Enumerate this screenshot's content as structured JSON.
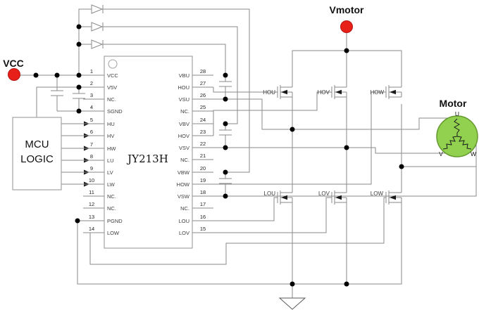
{
  "power": {
    "vcc_label": "VCC",
    "vmotor_label": "Vmotor"
  },
  "mcu": {
    "line1": "MCU",
    "line2": "LOGIC"
  },
  "ic": {
    "title": "JY213H",
    "left_pins": [
      {
        "num": "1",
        "name": "VCC"
      },
      {
        "num": "2",
        "name": "V5V"
      },
      {
        "num": "3",
        "name": "NC."
      },
      {
        "num": "4",
        "name": "SGND"
      },
      {
        "num": "5",
        "name": "HU"
      },
      {
        "num": "6",
        "name": "HV"
      },
      {
        "num": "7",
        "name": "HW"
      },
      {
        "num": "8",
        "name": "LU"
      },
      {
        "num": "9",
        "name": "LV"
      },
      {
        "num": "10",
        "name": "LW"
      },
      {
        "num": "11",
        "name": "NC."
      },
      {
        "num": "12",
        "name": "NC."
      },
      {
        "num": "13",
        "name": "PGND"
      },
      {
        "num": "14",
        "name": "LOW"
      }
    ],
    "right_pins": [
      {
        "num": "28",
        "name": "VBU"
      },
      {
        "num": "27",
        "name": "HOU"
      },
      {
        "num": "26",
        "name": "VSU"
      },
      {
        "num": "25",
        "name": "NC."
      },
      {
        "num": "24",
        "name": "VBV"
      },
      {
        "num": "23",
        "name": "HOV"
      },
      {
        "num": "22",
        "name": "VSV"
      },
      {
        "num": "21",
        "name": "NC."
      },
      {
        "num": "20",
        "name": "VBW"
      },
      {
        "num": "19",
        "name": "HOW"
      },
      {
        "num": "18",
        "name": "VSW"
      },
      {
        "num": "17",
        "name": "NC."
      },
      {
        "num": "16",
        "name": "LOU"
      },
      {
        "num": "15",
        "name": "LOV"
      }
    ]
  },
  "transistors": {
    "high": [
      "HOU",
      "HOV",
      "HOW"
    ],
    "low": [
      "LOU",
      "LOV",
      "LOW"
    ]
  },
  "motor": {
    "label": "Motor",
    "terminals": [
      "U",
      "V",
      "W"
    ]
  },
  "colors": {
    "power_dot": "#e8201a",
    "motor_fill": "#92d14f",
    "motor_stroke": "#64982e",
    "wire": "#8a8a8a"
  }
}
